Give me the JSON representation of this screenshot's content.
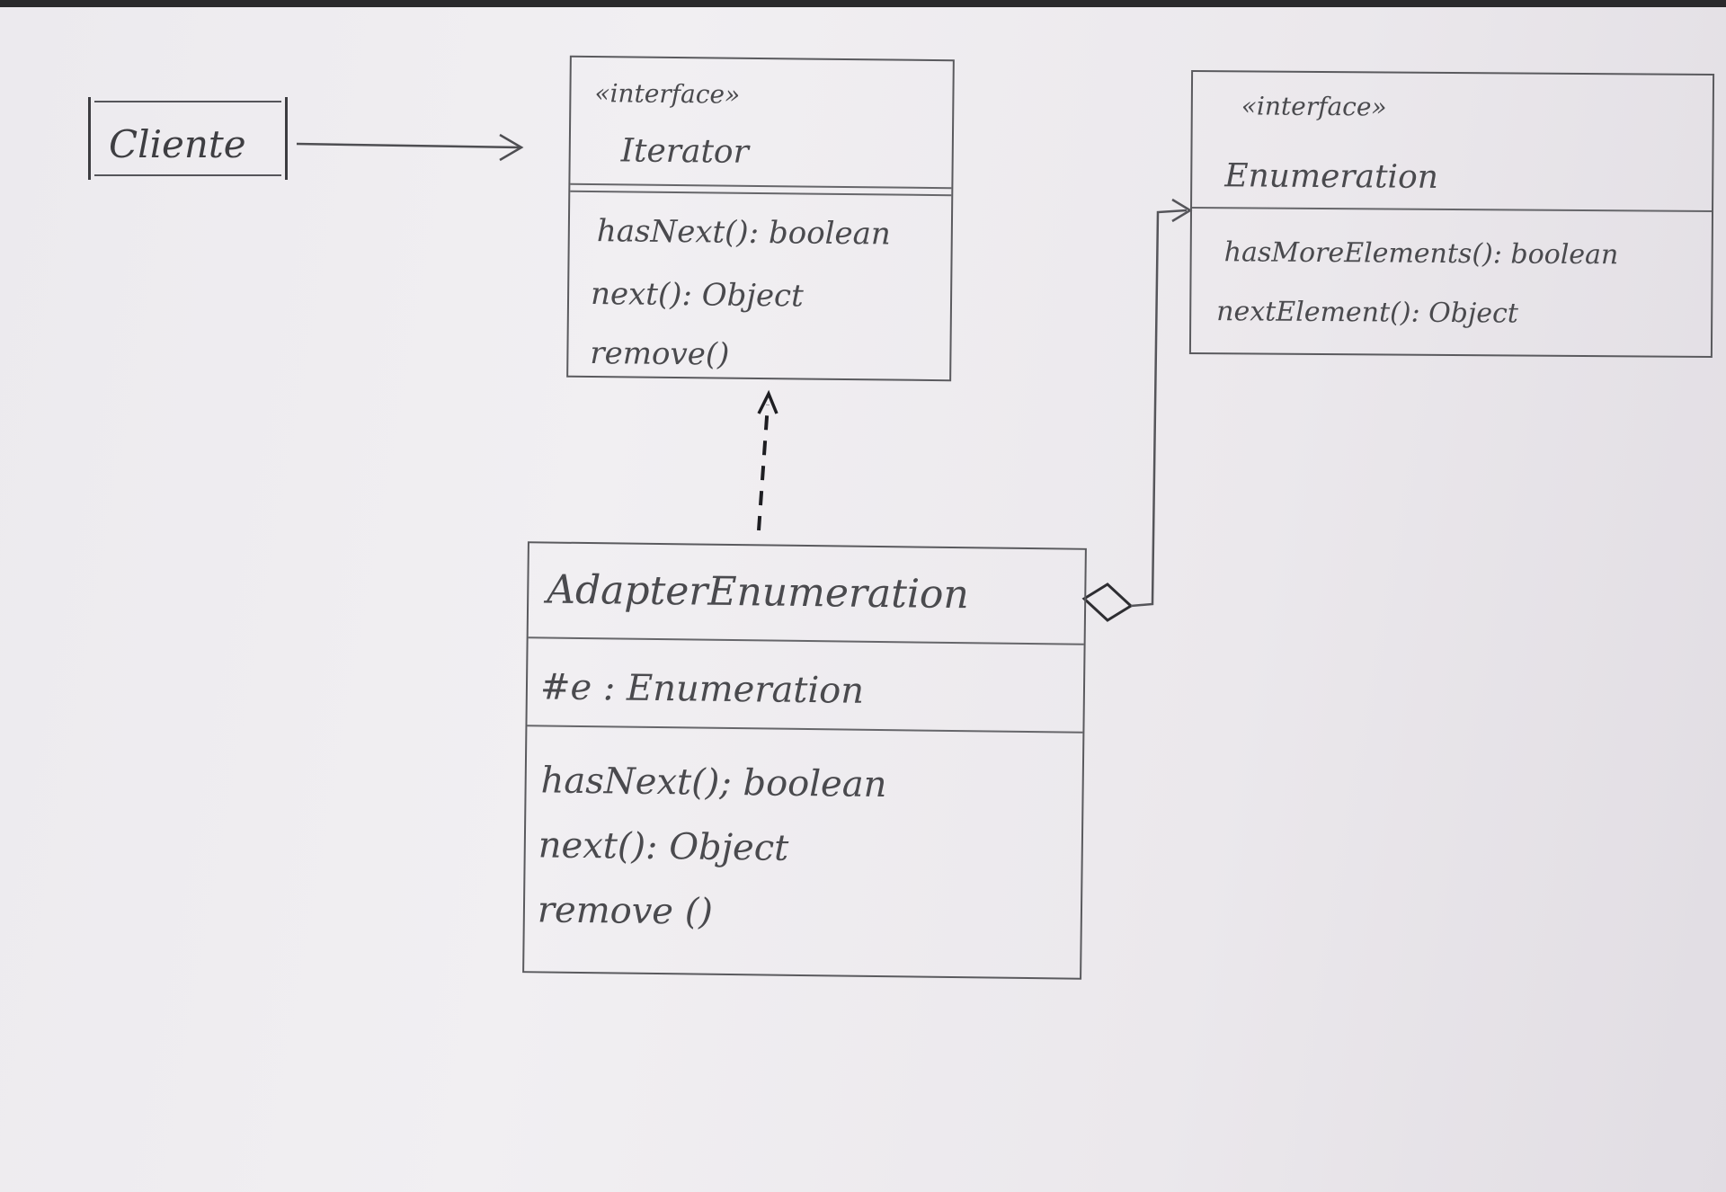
{
  "cliente": {
    "name": "Cliente"
  },
  "iterator": {
    "stereotype": "«interface»",
    "name": "Iterator",
    "methods": [
      "hasNext(): boolean",
      "next(): Object",
      "remove()"
    ]
  },
  "enumeration": {
    "stereotype": "«interface»",
    "name": "Enumeration",
    "methods": [
      "hasMoreElements(): boolean",
      "nextElement(): Object"
    ]
  },
  "adapter": {
    "name": "AdapterEnumeration",
    "attribute": "#e : Enumeration",
    "methods": [
      "hasNext(); boolean",
      "next(): Object",
      "remove ()"
    ]
  },
  "relations": [
    {
      "from": "Cliente",
      "to": "Iterator",
      "kind": "association"
    },
    {
      "from": "AdapterEnumeration",
      "to": "Iterator",
      "kind": "realization"
    },
    {
      "from": "AdapterEnumeration",
      "to": "Enumeration",
      "kind": "aggregation"
    }
  ]
}
